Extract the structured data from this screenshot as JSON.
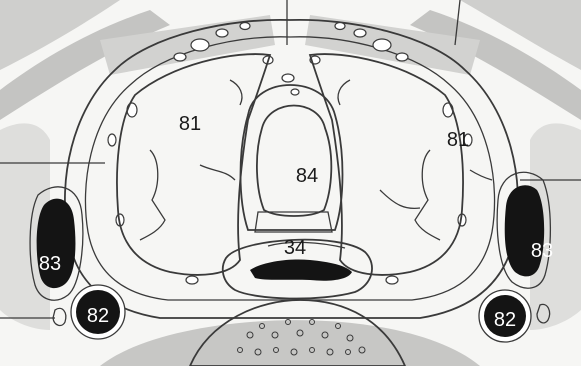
{
  "labels": {
    "gland_left": "81",
    "gland_right": "81",
    "lumen": "84",
    "posterior": "34",
    "vessel_left_upper": "83",
    "vessel_left_lower": "82",
    "vessel_right_upper": "83",
    "vessel_right_lower": "82"
  },
  "colors": {
    "background": "#f6f6f4",
    "tissue": "#ececea",
    "muscle": "#c9c9c7",
    "dark_structure": "#141414",
    "outline": "#3a3a3a"
  }
}
